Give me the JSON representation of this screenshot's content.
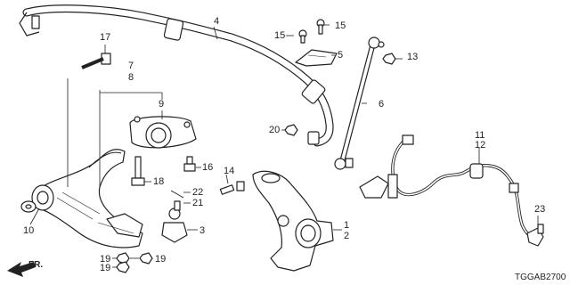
{
  "diagram_code": "TGGAB2700",
  "direction_label": "FR.",
  "callouts": {
    "c1": "1",
    "c2": "2",
    "c3": "3",
    "c4": "4",
    "c5": "5",
    "c6": "6",
    "c7": "7",
    "c8": "8",
    "c9": "9",
    "c10": "10",
    "c11": "11",
    "c12": "12",
    "c13": "13",
    "c14": "14",
    "c15a": "15",
    "c15b": "15",
    "c16": "16",
    "c17": "17",
    "c18": "18",
    "c19a": "19",
    "c19b": "19",
    "c19c": "19",
    "c20": "20",
    "c21": "21",
    "c22": "22",
    "c23": "23"
  }
}
